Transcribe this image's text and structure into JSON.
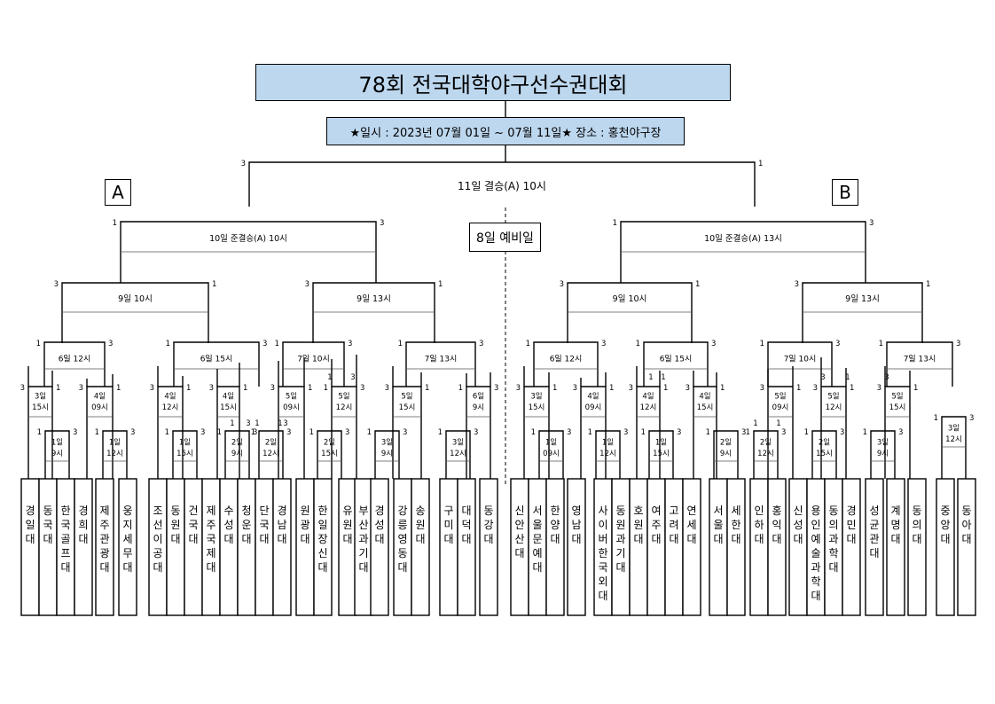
{
  "title": "78회 전국대학야구선수권대회",
  "info": "★일시 : 2023년 07월 01일 ~ 07월 11일★    장소 : 홍천야구장",
  "group_a": "A",
  "group_b": "B",
  "reserve_day": "8일 예비일",
  "matches": [
    {
      "label": "11일 결승(A) 10시",
      "left_score": "3",
      "right_score": "1"
    },
    {
      "label": "10일 준결승(A) 10시",
      "left_score": "1",
      "right_score": "3"
    },
    {
      "label": "10일 준결승(A) 13시",
      "left_score": "1",
      "right_score": "3"
    },
    {
      "label": "9일 10시",
      "left_score": "3",
      "right_score": "1"
    },
    {
      "label": "9일 13시",
      "left_score": "3",
      "right_score": "1"
    },
    {
      "label": "9일 10시",
      "left_score": "3",
      "right_score": "1"
    },
    {
      "label": "9일 13시",
      "left_score": "3",
      "right_score": "1"
    },
    {
      "label": "6일 12시",
      "left_score": "1",
      "right_score": "3"
    },
    {
      "label": "6일 15시",
      "left_score": "1",
      "right_score": "3"
    },
    {
      "label": "7일 10시",
      "left_score": "1",
      "right_score": "3"
    },
    {
      "label": "7일 13시",
      "left_score": "1",
      "right_score": "3"
    },
    {
      "label": "6일 12시",
      "left_score": "1",
      "right_score": "3"
    },
    {
      "label": "6일 15시",
      "left_score": "1",
      "right_score": "3"
    },
    {
      "label": "7일 10시",
      "left_score": "1",
      "right_score": "3"
    },
    {
      "label": "7일 13시",
      "left_score": "1",
      "right_score": "3"
    },
    {
      "label": "3일\n15시",
      "left_score": "3",
      "right_score": "1"
    },
    {
      "label": "4일\n09시",
      "left_score": "3",
      "right_score": "1"
    },
    {
      "label": "4일\n12시",
      "left_score": "3",
      "right_score": "1"
    },
    {
      "label": "4일\n15시",
      "left_score": "3",
      "right_score": "1"
    },
    {
      "label": "5일\n09시",
      "left_score": "3",
      "right_score": "1"
    },
    {
      "label": "5일\n12시",
      "left_score": "1",
      "right_score": "3"
    },
    {
      "label": "5일\n15시",
      "left_score": "3",
      "right_score": "1"
    },
    {
      "label": "6일\n9시",
      "left_score": "1",
      "right_score": "3"
    },
    {
      "label": "3일\n15시",
      "left_score": "3",
      "right_score": "1"
    },
    {
      "label": "4일\n09시",
      "left_score": "3",
      "right_score": "1"
    },
    {
      "label": "4일\n12시",
      "left_score": "3",
      "right_score": "1"
    },
    {
      "label": "4일\n15시",
      "left_score": "3",
      "right_score": "1"
    },
    {
      "label": "5일\n09시",
      "left_score": "3",
      "right_score": "1"
    },
    {
      "label": "5일\n12시",
      "left_score": "3",
      "right_score": "1"
    },
    {
      "label": "5일\n15시",
      "left_score": "3",
      "right_score": "1"
    },
    {
      "label": "1일\n9시",
      "left_score": "1",
      "right_score": "3"
    },
    {
      "label": "1일\n12시",
      "left_score": "1",
      "right_score": "3"
    },
    {
      "label": "1일\n15시",
      "left_score": "1",
      "right_score": "3"
    },
    {
      "label": "2일\n9시",
      "left_score": "1",
      "right_score": "3"
    },
    {
      "label": "2일\n12시",
      "left_score": "1",
      "right_score": "3"
    },
    {
      "label": "2일\n15시",
      "left_score": "1",
      "right_score": "3"
    },
    {
      "label": "3일\n9시",
      "left_score": "1",
      "right_score": "3"
    },
    {
      "label": "3일\n12시",
      "left_score": "1",
      "right_score": "3"
    },
    {
      "label": "1일\n09시",
      "left_score": "1",
      "right_score": "3"
    },
    {
      "label": "1일\n12시",
      "left_score": "1",
      "right_score": "3"
    },
    {
      "label": "1일\n15시",
      "left_score": "1",
      "right_score": "3"
    },
    {
      "label": "2일\n9시",
      "left_score": "1",
      "right_score": "3"
    },
    {
      "label": "2일\n12시",
      "left_score": "1",
      "right_score": "3"
    },
    {
      "label": "2일\n15시",
      "left_score": "1",
      "right_score": "3"
    },
    {
      "label": "3일\n9시",
      "left_score": "1",
      "right_score": "3"
    },
    {
      "label": "3일\n12시",
      "left_score": "1",
      "right_score": "3"
    }
  ],
  "mid_scores": [
    "1",
    "3",
    "1",
    "3",
    "1",
    "3",
    "1",
    "1",
    "1",
    "1",
    "3",
    "1",
    "1",
    "3"
  ],
  "teams": [
    "경일대",
    "동국대",
    "한국골프대",
    "경희대",
    "제주관광대",
    "웅지세무대",
    "조선이공대",
    "동원대",
    "건국대",
    "제주국제대",
    "수성대",
    "청운대",
    "단국대",
    "경남대",
    "원광대",
    "한일장신대",
    "유원대",
    "부산과기대",
    "경성대",
    "강릉영동대",
    "송원대",
    "구미대",
    "대덕대",
    "동강대",
    "신안산대",
    "서울문예대",
    "한양대",
    "영남대",
    "사이버한국외대",
    "동원과기대",
    "호원대",
    "여주대",
    "고려대",
    "연세대",
    "서울대",
    "세한대",
    "인하대",
    "홍익대",
    "신성대",
    "용인예술과학대",
    "동의과학대",
    "경민대",
    "성균관대",
    "계명대",
    "동의대",
    "중앙대",
    "동아대"
  ]
}
